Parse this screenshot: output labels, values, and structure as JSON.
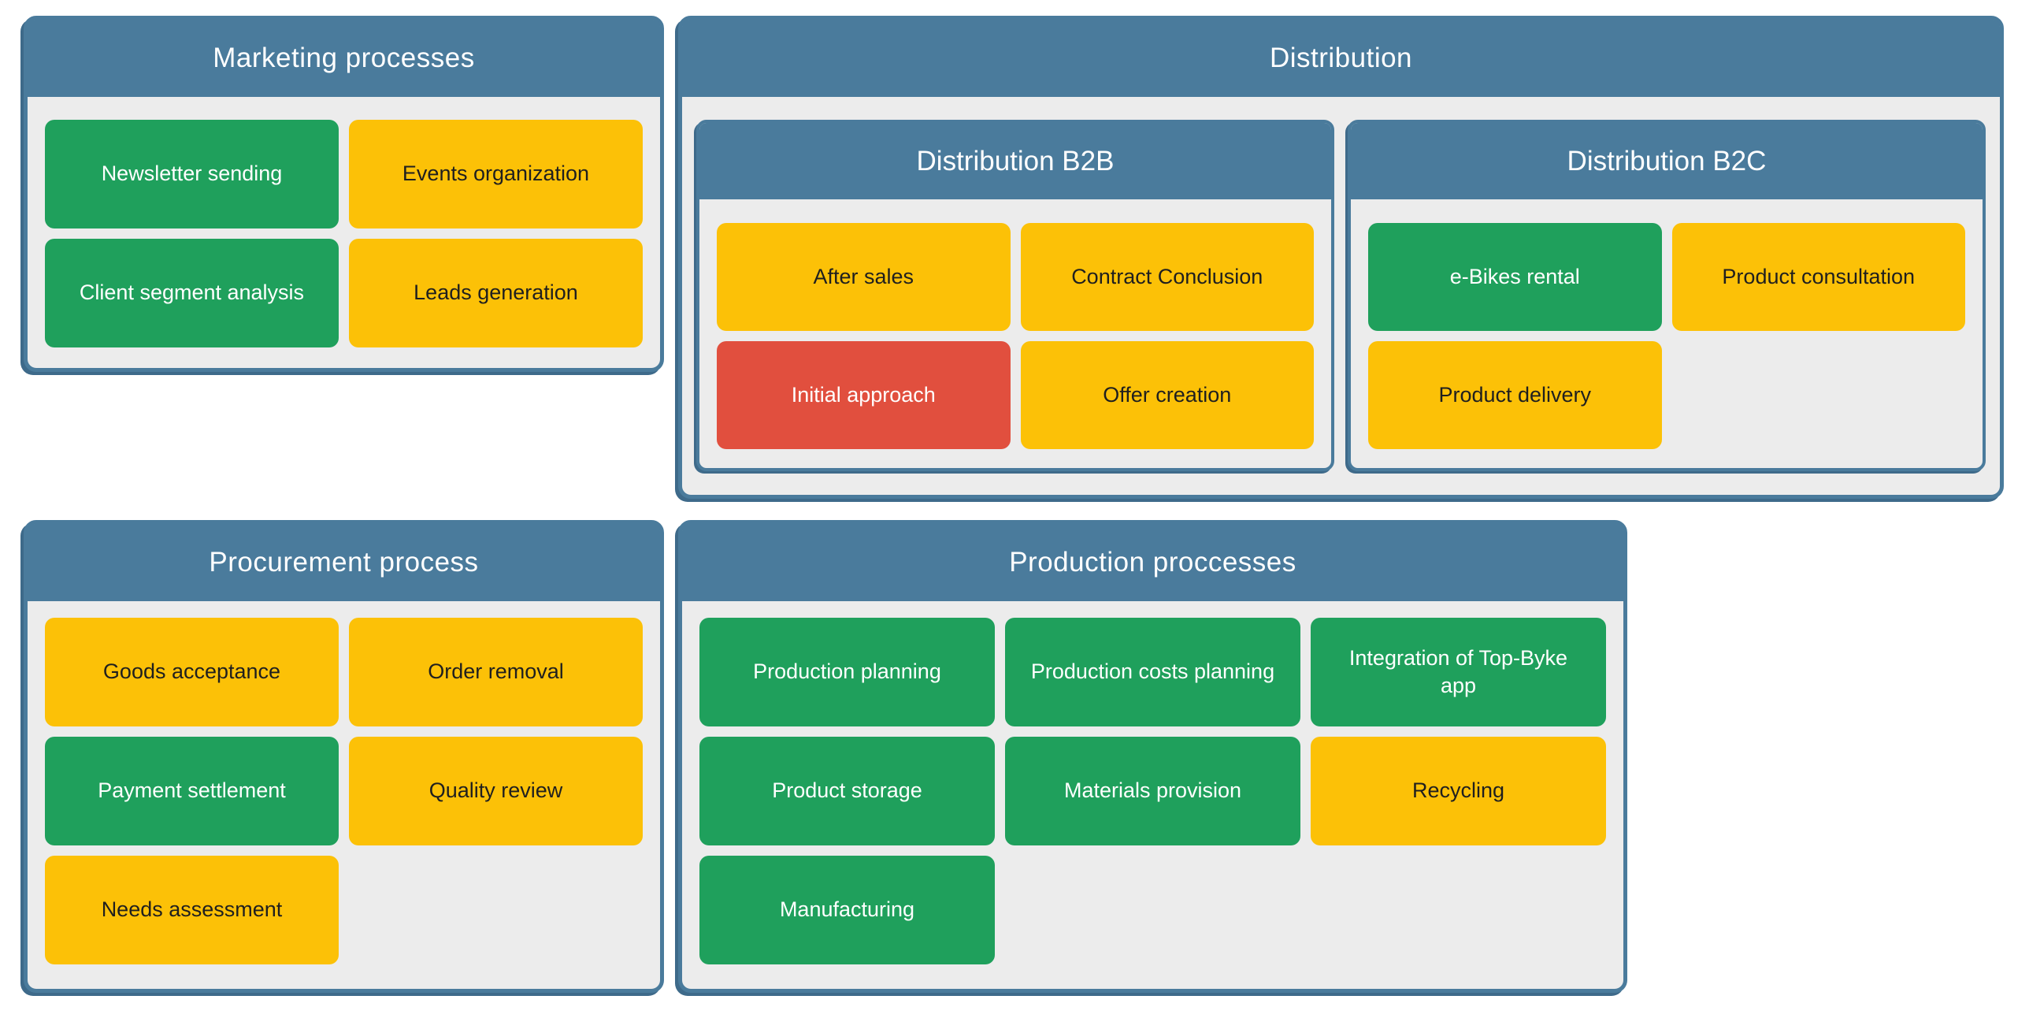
{
  "colors": {
    "header_blue": "#4A7B9C",
    "shadow": "#3E6A8A",
    "panel_body": "#ECECEC",
    "green": "#1FA05C",
    "yellow": "#FCC107",
    "red": "#E14F3E",
    "text_light": "#FFFFFF",
    "text_dark": "#1F1F1F",
    "page_bg": "#FFFFFF"
  },
  "panels": {
    "marketing": {
      "title": "Marketing processes",
      "boxes": [
        {
          "label": "Newsletter sending",
          "color": "green"
        },
        {
          "label": "Events organization",
          "color": "yellow"
        },
        {
          "label": "Client segment analysis",
          "color": "green"
        },
        {
          "label": "Leads generation",
          "color": "yellow"
        }
      ]
    },
    "distribution": {
      "title": "Distribution",
      "subpanels": [
        {
          "title": "Distribution B2B",
          "boxes": [
            {
              "label": "After sales",
              "color": "yellow"
            },
            {
              "label": "Contract Conclusion",
              "color": "yellow"
            },
            {
              "label": "Initial approach",
              "color": "red"
            },
            {
              "label": "Offer creation",
              "color": "yellow"
            }
          ]
        },
        {
          "title": "Distribution B2C",
          "boxes": [
            {
              "label": "e-Bikes rental",
              "color": "green"
            },
            {
              "label": "Product consultation",
              "color": "yellow"
            },
            {
              "label": "Product delivery",
              "color": "yellow"
            }
          ]
        }
      ]
    },
    "procurement": {
      "title": "Procurement process",
      "boxes": [
        {
          "label": "Goods acceptance",
          "color": "yellow"
        },
        {
          "label": "Order removal",
          "color": "yellow"
        },
        {
          "label": "Payment settlement",
          "color": "green"
        },
        {
          "label": "Quality review",
          "color": "yellow"
        },
        {
          "label": "Needs assessment",
          "color": "yellow"
        }
      ]
    },
    "production": {
      "title": "Production proccesses",
      "boxes": [
        {
          "label": "Production planning",
          "color": "green"
        },
        {
          "label": "Production costs planning",
          "color": "green"
        },
        {
          "label": "Integration of Top-Byke app",
          "color": "green"
        },
        {
          "label": "Product storage",
          "color": "green"
        },
        {
          "label": "Materials provision",
          "color": "green"
        },
        {
          "label": "Recycling",
          "color": "yellow"
        },
        {
          "label": "Manufacturing",
          "color": "green"
        }
      ]
    }
  }
}
